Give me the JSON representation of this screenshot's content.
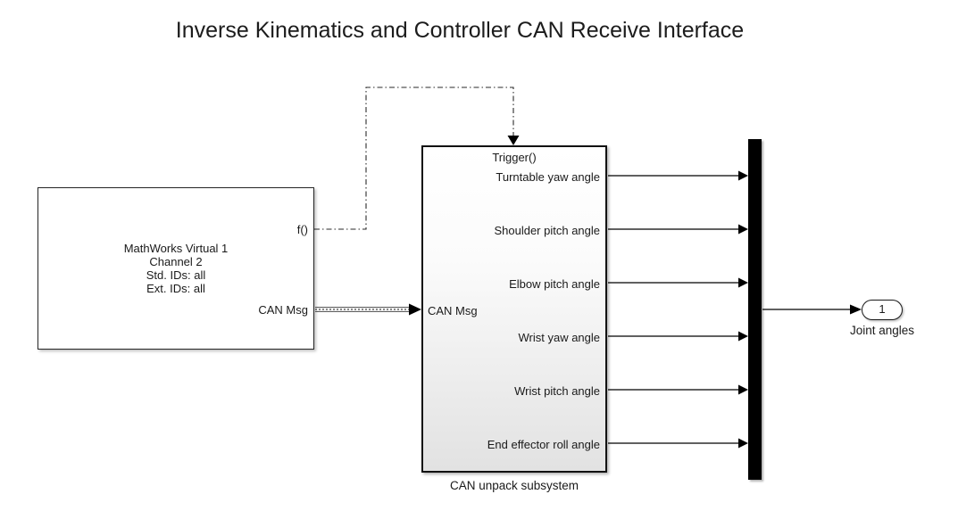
{
  "title": "Inverse Kinematics and Controller CAN Receive Interface",
  "receiver_block": {
    "lines": [
      "MathWorks Virtual 1",
      "Channel 2",
      "Std. IDs: all",
      "Ext. IDs: all"
    ],
    "function_call_port_label": "f()",
    "output_port_label": "CAN Msg"
  },
  "unpack_block": {
    "trigger_label": "Trigger()",
    "input_port_label": "CAN Msg",
    "output_labels": [
      "Turntable yaw angle",
      "Shoulder pitch angle",
      "Elbow pitch angle",
      "Wrist yaw angle",
      "Wrist pitch angle",
      "End effector roll angle"
    ],
    "caption": "CAN unpack subsystem"
  },
  "outport": {
    "number": "1",
    "caption": "Joint angles"
  },
  "colors": {
    "background": "#ffffff",
    "line": "#000000",
    "block_border": "#1c1c1c",
    "block_fill_top": "#ffffff",
    "block_fill_bottom": "#e2e2e2",
    "mux_fill": "#000000"
  }
}
